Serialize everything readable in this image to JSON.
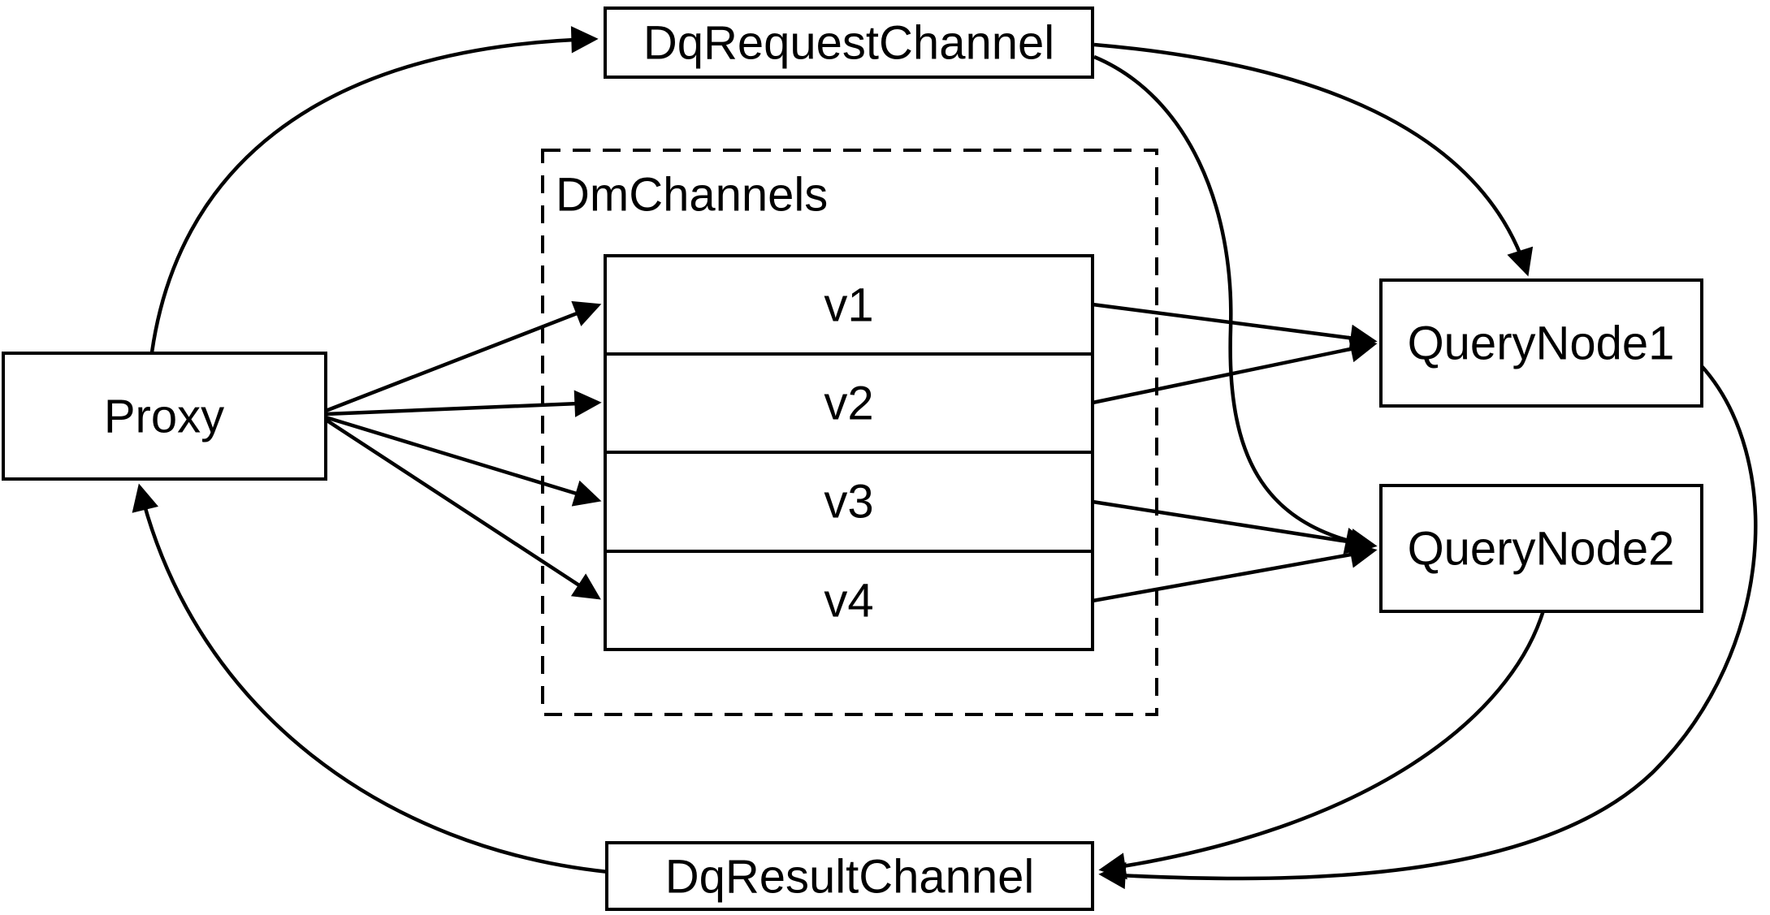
{
  "diagram": {
    "background_color": "#ffffff",
    "stroke_color": "#000000",
    "nodes": {
      "proxy": {
        "label": "Proxy"
      },
      "dq_request_channel": {
        "label": "DqRequestChannel"
      },
      "dm_channels": {
        "label": "DmChannels",
        "channels": [
          {
            "label": "v1"
          },
          {
            "label": "v2"
          },
          {
            "label": "v3"
          },
          {
            "label": "v4"
          }
        ]
      },
      "query_node_1": {
        "label": "QueryNode1"
      },
      "query_node_2": {
        "label": "QueryNode2"
      },
      "dq_result_channel": {
        "label": "DqResultChannel"
      }
    },
    "edges": [
      {
        "from": "Proxy",
        "to": "DqRequestChannel"
      },
      {
        "from": "Proxy",
        "to": "v1"
      },
      {
        "from": "Proxy",
        "to": "v2"
      },
      {
        "from": "Proxy",
        "to": "v3"
      },
      {
        "from": "Proxy",
        "to": "v4"
      },
      {
        "from": "v1",
        "to": "QueryNode1"
      },
      {
        "from": "v2",
        "to": "QueryNode1"
      },
      {
        "from": "v3",
        "to": "QueryNode2"
      },
      {
        "from": "v4",
        "to": "QueryNode2"
      },
      {
        "from": "DqRequestChannel",
        "to": "QueryNode1"
      },
      {
        "from": "DqRequestChannel",
        "to": "QueryNode2"
      },
      {
        "from": "QueryNode1",
        "to": "DqResultChannel"
      },
      {
        "from": "QueryNode2",
        "to": "DqResultChannel"
      },
      {
        "from": "DqResultChannel",
        "to": "Proxy"
      }
    ]
  }
}
